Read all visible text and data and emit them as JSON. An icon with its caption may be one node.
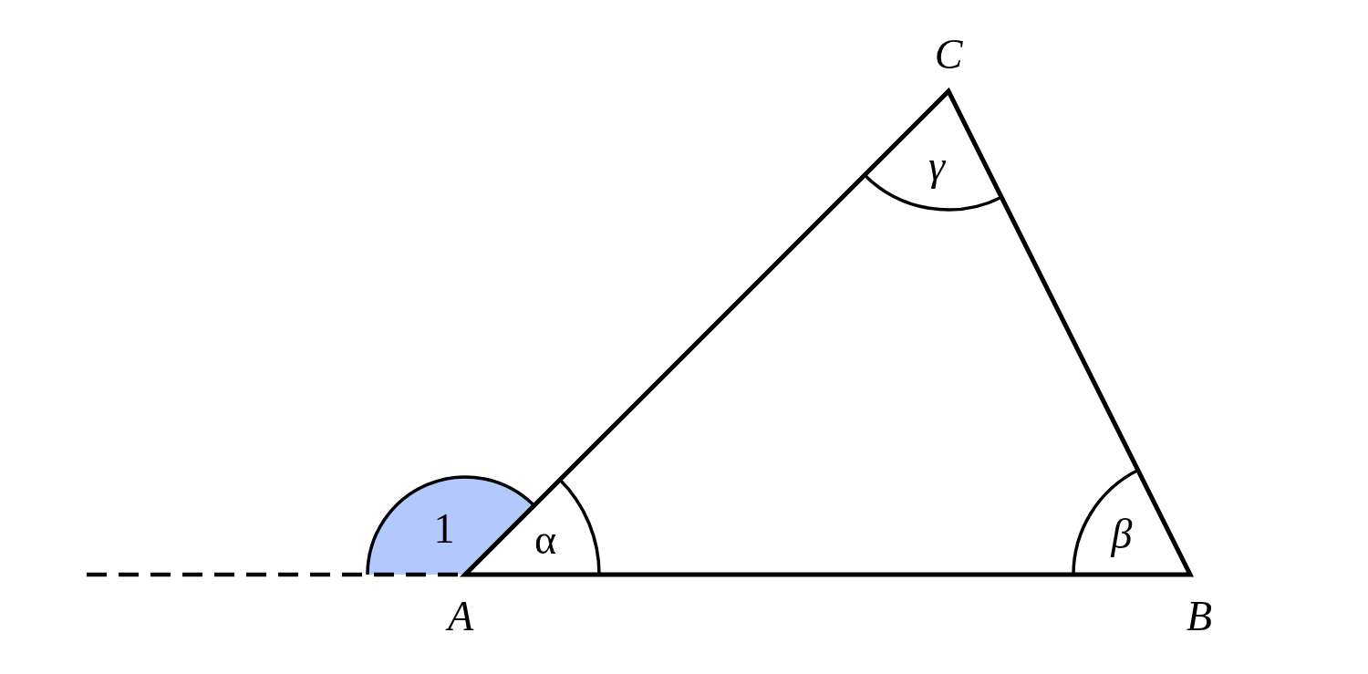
{
  "diagram": {
    "labels": [
      "C",
      "γ",
      "1",
      "α",
      "β",
      "A",
      "B"
    ]
  }
}
